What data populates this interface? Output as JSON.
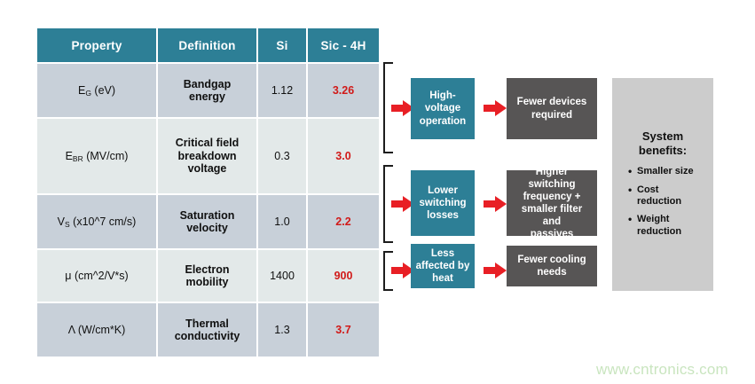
{
  "table": {
    "headers": [
      "Property",
      "Definition",
      "Si",
      "Sic - 4H"
    ],
    "rows": [
      {
        "property_prefix": "E",
        "property_sub": "G",
        "property_suffix": " (eV)",
        "definition": "Bandgap\nenergy",
        "si": "1.12",
        "sic": "3.26"
      },
      {
        "property_prefix": "E",
        "property_sub": "BR",
        "property_suffix": " (MV/cm)",
        "definition": "Critical field\nbreakdown\nvoltage",
        "si": "0.3",
        "sic": "3.0"
      },
      {
        "property_prefix": "V",
        "property_sub": "S",
        "property_suffix": " (x10^7 cm/s)",
        "definition": "Saturation\nvelocity",
        "si": "1.0",
        "sic": "2.2"
      },
      {
        "property_prefix": "μ (cm^2/V*s)",
        "property_sub": "",
        "property_suffix": "",
        "definition": "Electron\nmobility",
        "si": "1400",
        "sic": "900"
      },
      {
        "property_prefix": "Λ (W/cm*K)",
        "property_sub": "",
        "property_suffix": "",
        "definition": "Thermal\nconductivity",
        "si": "1.3",
        "sic": "3.7"
      }
    ]
  },
  "flow": {
    "rows": [
      {
        "cause": "High-voltage\noperation",
        "effect": "Fewer devices\nrequired"
      },
      {
        "cause": "Lower\nswitching\nlosses",
        "effect": "Higher switching\nfrequency +\nsmaller filter and\npassives"
      },
      {
        "cause": "Less\naffected by\nheat",
        "effect": "Fewer cooling\nneeds"
      }
    ]
  },
  "benefits": {
    "title": "System\nbenefits:",
    "items": [
      "Smaller size",
      "Cost\nreduction",
      "Weight\nreduction"
    ]
  },
  "watermark": "www.cntronics.com",
  "colors": {
    "teal": "#2d7f96",
    "gray_box": "#575555",
    "red_arrow": "#e81f25",
    "row_dark": "#c8d0d9",
    "row_light": "#e3e9e9",
    "sic_value": "#d11a19",
    "benefits_panel": "#cccccc",
    "watermark": "#c9e5bf"
  }
}
